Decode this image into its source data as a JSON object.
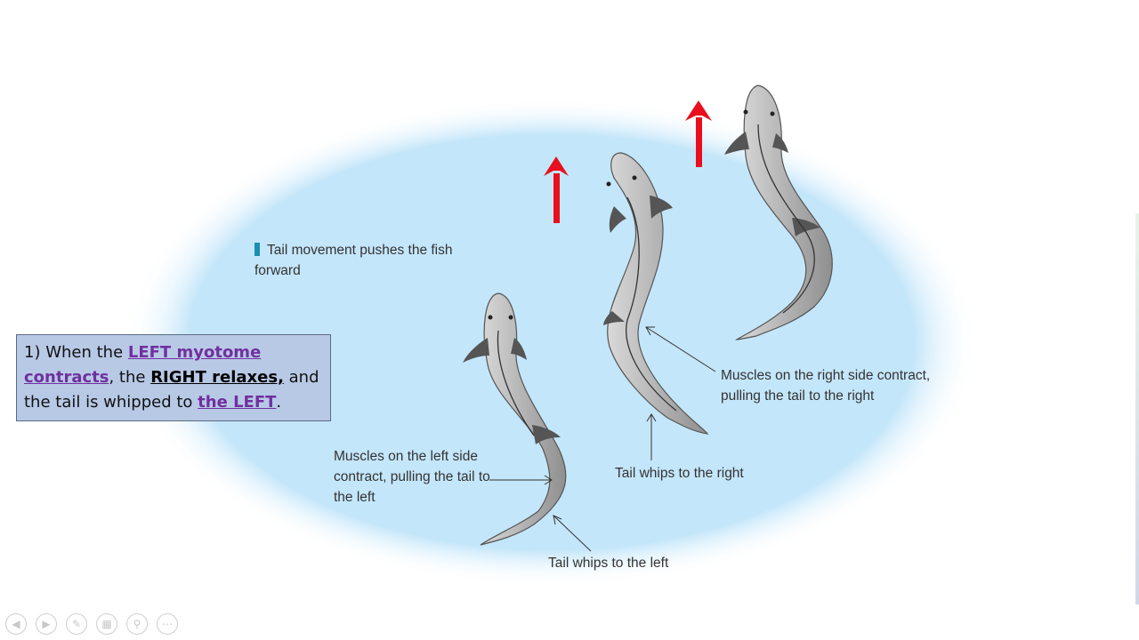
{
  "diagram": {
    "legend_text": "Tail movement pushes the fish forward",
    "labels": {
      "right_contract": "Muscles on the right side contract, pulling the tail to the right",
      "tail_right": "Tail whips to the right",
      "left_contract": "Muscles on the left side contract, pulling the tail to the left",
      "tail_left": "Tail whips to the left"
    },
    "colors": {
      "water": "#c4e6fa",
      "arrow": "#e8101e",
      "fish_body": "#b8b8b8",
      "fin": "#555555"
    }
  },
  "callout": {
    "prefix": "1) When the ",
    "left_myotome": "LEFT myotome contracts",
    "middle": ", the ",
    "right_relaxes": "RIGHT relaxes,",
    "suffix": " and the tail is whipped to ",
    "the_left": "the LEFT",
    "end": "."
  },
  "slideshow_controls": [
    "previous-icon",
    "next-icon",
    "pen-icon",
    "slides-icon",
    "zoom-icon",
    "more-icon"
  ]
}
